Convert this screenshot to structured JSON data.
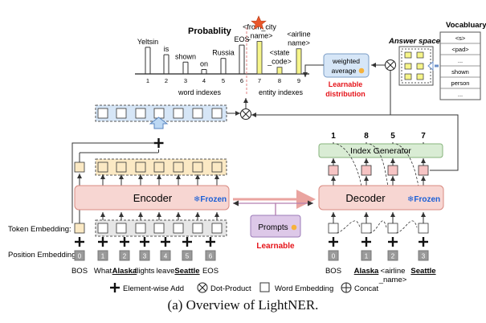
{
  "probability": {
    "title": "Probablity",
    "words": [
      {
        "label": "Yeltsin",
        "index": "1",
        "height": 0.72
      },
      {
        "label": "is",
        "index": "2",
        "height": 0.52
      },
      {
        "label": "shown",
        "index": "3",
        "height": 0.32
      },
      {
        "label": "on",
        "index": "4",
        "height": 0.12
      },
      {
        "label": "Russia",
        "index": "5",
        "height": 0.42
      },
      {
        "label": "EOS",
        "index": "6",
        "height": 0.78
      }
    ],
    "entities": [
      {
        "label_line1": "<from_city",
        "label_line2": "_name>",
        "index": "7",
        "height": 0.88
      },
      {
        "label_line1": "<state",
        "label_line2": "_code>",
        "index": "8",
        "height": 0.18
      },
      {
        "label_line1": "<airline",
        "label_line2": "name>",
        "index": "9",
        "height": 0.68
      }
    ],
    "word_axis_label": "word indexes",
    "entity_axis_label": "entity indexes"
  },
  "weighted_average_line1": "weighted",
  "weighted_average_line2": "average",
  "learnable_distribution_line1": "Learnable",
  "learnable_distribution_line2": "distribution",
  "answer_space_label": "Answer space",
  "vocabulary": {
    "title": "Vocabluary",
    "items": [
      "<s>",
      "<pad>",
      "...",
      "shown",
      "person",
      "..."
    ]
  },
  "encoder": {
    "label": "Encoder",
    "frozen": "❄Frozen"
  },
  "decoder": {
    "label": "Decoder",
    "frozen": "❄Frozen"
  },
  "index_generator": "Index Generator",
  "prompts_label": "Prompts",
  "learnable_label": "Learnable",
  "token_embedding_label": "Token Embedding:",
  "position_embedding_label": "Position Embedding:",
  "encoder_positions": [
    "0",
    "1",
    "2",
    "3",
    "4",
    "5",
    "6"
  ],
  "encoder_tokens": [
    "BOS",
    "What",
    "Alaska",
    "flights",
    "leave",
    "Seattle",
    "EOS"
  ],
  "decoder_positions": [
    "0",
    "1",
    "2",
    "3"
  ],
  "decoder_tokens": [
    {
      "line1": "BOS",
      "line2": ""
    },
    {
      "line1": "Alaska",
      "line2": ""
    },
    {
      "line1": "<airline",
      "line2": "_name>"
    },
    {
      "line1": "Seattle",
      "line2": ""
    }
  ],
  "decoder_outputs": [
    "1",
    "8",
    "5",
    "7"
  ],
  "legend": {
    "element_wise_add": "Element-wise Add",
    "dot_product": "Dot-Product",
    "word_embedding": "Word Embedding",
    "concat": "Concat"
  },
  "caption": "(a)  Overview of LightNER.",
  "colors": {
    "encoder_fill": "#f7d6d2",
    "encoder_stroke": "#d98b82",
    "yellow_fill": "#fbe9c4",
    "blue_fill": "#d6e6f7",
    "green_fill": "#d9ecd4",
    "purple_fill": "#ddc8e8",
    "frozen_blue": "#1a5fd6",
    "learnable_red": "#e5141a",
    "bar_yellow": "#f6f58a",
    "star": "#e9562a",
    "arrow_pink": "#eaa4a0"
  }
}
